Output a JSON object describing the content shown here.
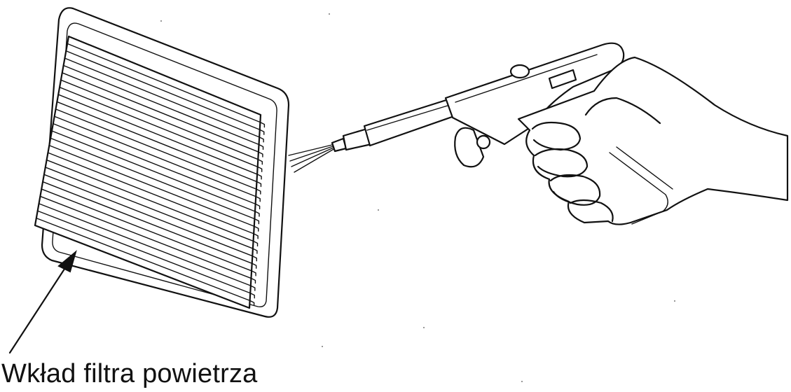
{
  "figure": {
    "caption": "Wkład filtra powietrza",
    "parts": {
      "filter": "air-filter-element",
      "tool": "compressed-air-blow-gun",
      "hand": "hand"
    }
  }
}
